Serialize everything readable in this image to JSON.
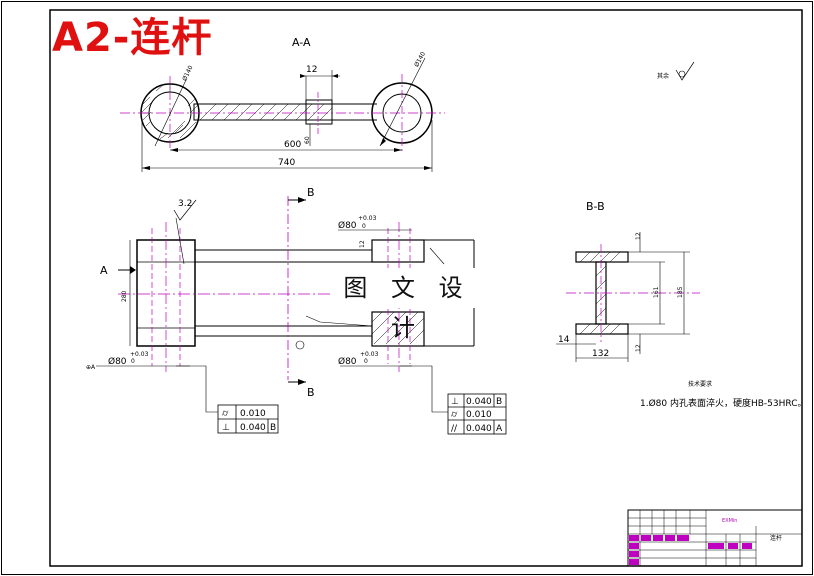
{
  "title": "A2-连杆",
  "watermark": "图 文 设 计",
  "views": {
    "section_aa": "A-A",
    "section_bb": "B-B",
    "cut_marker_b": "B",
    "datum_a": "A"
  },
  "dimensions": {
    "len_740": "740",
    "len_600": "600",
    "d_140": "Ø140",
    "d_140_left": "Ø140",
    "w_12": "12",
    "h_60": "60",
    "h_280": "280",
    "bore_left": "Ø80",
    "tol_plus": "+0.03",
    "tol_zero": "0",
    "bore_right_top": "Ø80",
    "bore_right_bottom": "Ø80",
    "rough": "3.2",
    "bb_12_top": "12",
    "bb_12_bottom": "12",
    "bb_161": "161",
    "bb_185": "185",
    "bb_14": "14",
    "bb_132": "132",
    "other_rough": "其余"
  },
  "gdt_left": [
    {
      "symbol": "⌭",
      "value": "0.010",
      "datum": ""
    },
    {
      "symbol": "⊥",
      "value": "0.040",
      "datum": "B"
    }
  ],
  "gdt_right": [
    {
      "symbol": "⊥",
      "value": "0.040",
      "datum": "B"
    },
    {
      "symbol": "⌭",
      "value": "0.010",
      "datum": ""
    },
    {
      "symbol": "//",
      "value": "0.040",
      "datum": "A"
    }
  ],
  "notes": {
    "heading": "技术要求",
    "line1": "1.Ø80 内孔表面淬火，硬度HB-53HRC。"
  },
  "title_block": {
    "drawing_name": "连杆",
    "school": "EXMin"
  }
}
